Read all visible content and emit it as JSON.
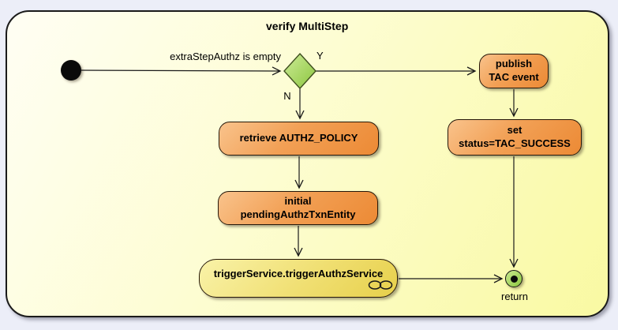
{
  "diagram": {
    "title": "verify MultiStep",
    "labels": {
      "guard": "extraStepAuthz is empty",
      "yes": "Y",
      "no": "N",
      "return": "return"
    },
    "nodes": {
      "publish": {
        "line1": "publish",
        "line2": "TAC event"
      },
      "set_status": {
        "line1": "set",
        "line2": "status=TAC_SUCCESS"
      },
      "retrieve": {
        "label": "retrieve AUTHZ_POLICY"
      },
      "initial": {
        "line1": "initial",
        "line2": "pendingAuthzTxnEntity"
      },
      "trigger": {
        "label": "triggerService.triggerAuthzService"
      }
    },
    "colors": {
      "page_background": "#eceef8",
      "frame_fill_light": "#fffef4",
      "frame_fill_dark": "#f9f9a2",
      "action_orange_light": "#f9c38c",
      "action_orange_dark": "#ec8a35",
      "action_yellow_light": "#f9f2a8",
      "action_yellow_dark": "#e7d04b",
      "decision_green_light": "#c9e78f",
      "decision_green_dark": "#8cc63f",
      "line": "#1a1a1a"
    }
  }
}
